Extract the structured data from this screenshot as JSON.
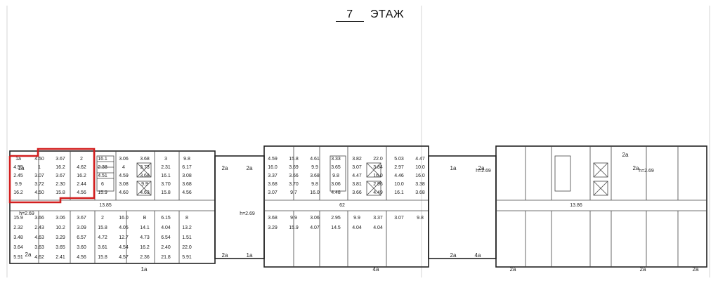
{
  "floor": {
    "number": "7",
    "label": "ЭТАЖ"
  },
  "highlight_color": "#d21f1f",
  "plan_colors": {
    "wall": "#222222",
    "line": "#444444",
    "text": "#222222"
  },
  "corridor_labels": [
    "13.85",
    "62",
    "13.86",
    "h=2.69",
    "h=2.69",
    "h=2.69",
    "h=2.69"
  ],
  "balcony_labels": [
    "1a",
    "2a",
    "2a",
    "1a",
    "2a",
    "2a",
    "2a",
    "2a",
    "1a",
    "2a",
    "1a",
    "4a",
    "2a",
    "4a",
    "2a",
    "2a",
    "2a"
  ],
  "room_labels": [
    {
      "t": "1a"
    },
    {
      "t": "4.50"
    },
    {
      "t": "3.67"
    },
    {
      "t": "2"
    },
    {
      "t": "16.1"
    },
    {
      "t": "3.06"
    },
    {
      "t": "3.68"
    },
    {
      "t": "3"
    },
    {
      "t": "9.8"
    },
    {
      "t": "4.55"
    },
    {
      "t": "1"
    },
    {
      "t": "16.2"
    },
    {
      "t": "4.62"
    },
    {
      "t": "2.38"
    },
    {
      "t": "4"
    },
    {
      "t": "3.73"
    },
    {
      "t": "2.31"
    },
    {
      "t": "6.17"
    },
    {
      "t": "2.45"
    },
    {
      "t": "3.07"
    },
    {
      "t": "3.67"
    },
    {
      "t": "16.2"
    },
    {
      "t": "4.51"
    },
    {
      "t": "4.59"
    },
    {
      "t": "3.68"
    },
    {
      "t": "16.1"
    },
    {
      "t": "3.08"
    },
    {
      "t": "9.9"
    },
    {
      "t": "3.72"
    },
    {
      "t": "2.30"
    },
    {
      "t": "2.44"
    },
    {
      "t": "6"
    },
    {
      "t": "3.08"
    },
    {
      "t": "9.9"
    },
    {
      "t": "3.70"
    },
    {
      "t": "3.68"
    },
    {
      "t": "16.2"
    },
    {
      "t": "4.50"
    },
    {
      "t": "15.8"
    },
    {
      "t": "4.56"
    },
    {
      "t": "15.9"
    },
    {
      "t": "4.60"
    },
    {
      "t": "4.63"
    },
    {
      "t": "15.8"
    },
    {
      "t": "4.56"
    },
    {
      "t": "15.9"
    },
    {
      "t": "3.66"
    },
    {
      "t": "3.06"
    },
    {
      "t": "3.67"
    },
    {
      "t": "2"
    },
    {
      "t": "16.0"
    },
    {
      "t": "B"
    },
    {
      "t": "6.15"
    },
    {
      "t": "8"
    },
    {
      "t": "2.32"
    },
    {
      "t": "2.43"
    },
    {
      "t": "10.2"
    },
    {
      "t": "3.09"
    },
    {
      "t": "15.8"
    },
    {
      "t": "4.05"
    },
    {
      "t": "14.1"
    },
    {
      "t": "4.04"
    },
    {
      "t": "13.2"
    },
    {
      "t": "3.48"
    },
    {
      "t": "4.63"
    },
    {
      "t": "3.29"
    },
    {
      "t": "6.57"
    },
    {
      "t": "4.72"
    },
    {
      "t": "12.7"
    },
    {
      "t": "4.73"
    },
    {
      "t": "6.54"
    },
    {
      "t": "1.51"
    },
    {
      "t": "3.64"
    },
    {
      "t": "3.63"
    },
    {
      "t": "3.65"
    },
    {
      "t": "3.60"
    },
    {
      "t": "3.61"
    },
    {
      "t": "4.54"
    },
    {
      "t": "16.2"
    },
    {
      "t": "2.40"
    },
    {
      "t": "22.0"
    },
    {
      "t": "5.91"
    },
    {
      "t": "4.62"
    },
    {
      "t": "2.41"
    },
    {
      "t": "4.56"
    },
    {
      "t": "15.8"
    },
    {
      "t": "4.57"
    },
    {
      "t": "2.36"
    },
    {
      "t": "21.8"
    },
    {
      "t": "5.91"
    },
    {
      "t": "4.59"
    },
    {
      "t": "15.8"
    },
    {
      "t": "4.61"
    },
    {
      "t": "3.33"
    },
    {
      "t": "3.82"
    },
    {
      "t": "22.0"
    },
    {
      "t": "5.03"
    },
    {
      "t": "4.47"
    },
    {
      "t": "16.0"
    },
    {
      "t": "3.69"
    },
    {
      "t": "9.9"
    },
    {
      "t": "3.65"
    },
    {
      "t": "3.07"
    },
    {
      "t": "3.84"
    },
    {
      "t": "2.97"
    },
    {
      "t": "10.0"
    },
    {
      "t": "3.37"
    },
    {
      "t": "3.66"
    },
    {
      "t": "3.68"
    },
    {
      "t": "9.8"
    },
    {
      "t": "4.47"
    },
    {
      "t": "16.0"
    },
    {
      "t": "4.46"
    },
    {
      "t": "16.0"
    },
    {
      "t": "3.68"
    },
    {
      "t": "3.70"
    },
    {
      "t": "9.8"
    },
    {
      "t": "3.06"
    },
    {
      "t": "3.81"
    },
    {
      "t": "2.96"
    },
    {
      "t": "10.0"
    },
    {
      "t": "3.38"
    },
    {
      "t": "3.07"
    },
    {
      "t": "9.7"
    },
    {
      "t": "16.0"
    },
    {
      "t": "4.48"
    },
    {
      "t": "3.66"
    },
    {
      "t": "4.49"
    },
    {
      "t": "16.1"
    },
    {
      "t": "3.68"
    },
    {
      "t": "3.68"
    },
    {
      "t": "9.9"
    },
    {
      "t": "3.06"
    },
    {
      "t": "2.95"
    },
    {
      "t": "9.9"
    },
    {
      "t": "3.37"
    },
    {
      "t": "3.07"
    },
    {
      "t": "9.8"
    },
    {
      "t": "3.29"
    },
    {
      "t": "15.9"
    },
    {
      "t": "4.07"
    },
    {
      "t": "14.5"
    },
    {
      "t": "4.04"
    },
    {
      "t": "4.04"
    }
  ]
}
